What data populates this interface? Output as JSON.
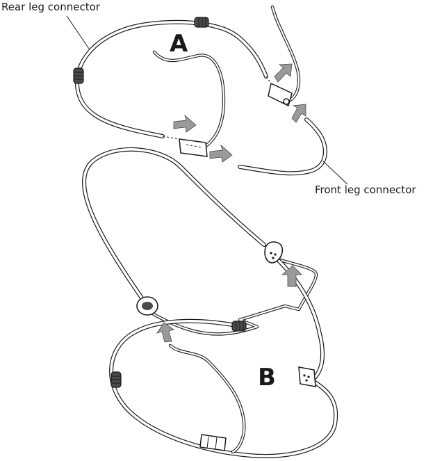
{
  "labels": {
    "rear_leg_connector": "Rear leg connector",
    "front_leg_connector": "Front leg connector"
  },
  "steps": {
    "a": "A",
    "b": "B"
  },
  "colors": {
    "line": "#1a1a1a",
    "arrow_fill": "#9a9a9a",
    "background": "#ffffff"
  }
}
